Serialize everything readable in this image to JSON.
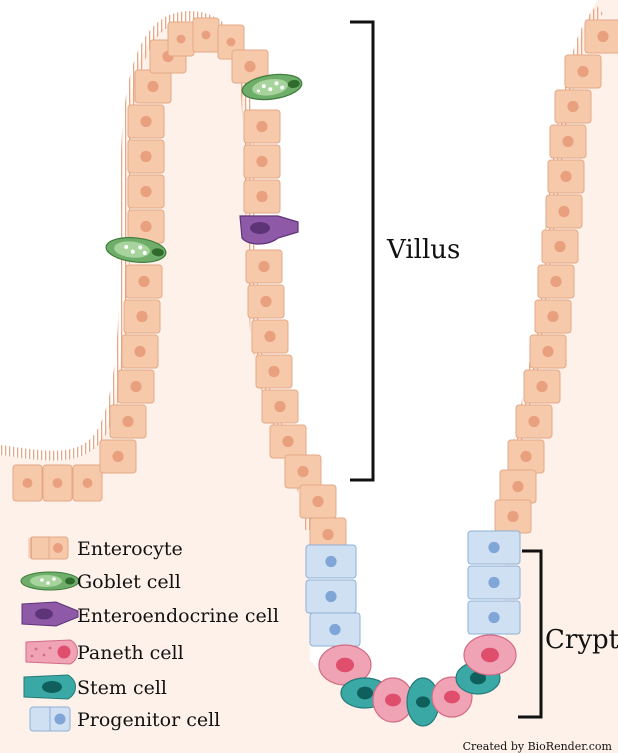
{
  "labels": {
    "villus": "Villus",
    "crypt": "Crypt"
  },
  "legend": [
    {
      "icon": "enterocyte-icon",
      "label": "Enterocyte"
    },
    {
      "icon": "goblet-cell-icon",
      "label": "Goblet cell"
    },
    {
      "icon": "enteroendocrine-cell-icon",
      "label": "Enteroendocrine cell"
    },
    {
      "icon": "paneth-cell-icon",
      "label": "Paneth cell"
    },
    {
      "icon": "stem-cell-icon",
      "label": "Stem cell"
    },
    {
      "icon": "progenitor-cell-icon",
      "label": "Progenitor cell"
    }
  ],
  "credit": "Created by BioRender.com",
  "colors": {
    "enterocyte": "#f7c9ab",
    "enterocyte_nucleus": "#e8a07f",
    "goblet": "#6fae6a",
    "enteroendocrine": "#8e5aa8",
    "paneth": "#f0a3b4",
    "paneth_nucleus": "#e04e6e",
    "stem": "#3aa9a6",
    "progenitor": "#cfe0f3",
    "progenitor_nucleus": "#7fa6d6",
    "tissue_bg": "#fdf1ea"
  }
}
